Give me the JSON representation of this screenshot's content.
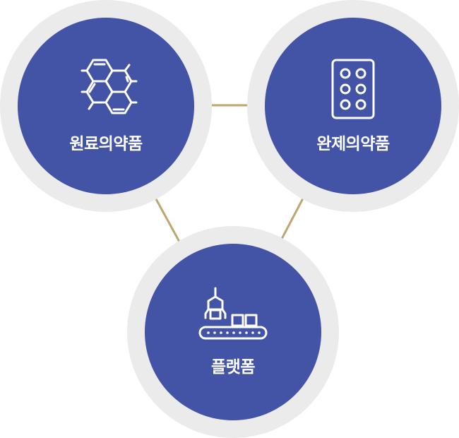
{
  "colors": {
    "node_fill": "#4353a6",
    "halo": "#ebebeb",
    "connector": "#bfa572",
    "label": "#ffffff"
  },
  "nodes": [
    {
      "id": "api",
      "label": "원료의약품",
      "icon": "hexagon-molecule-icon"
    },
    {
      "id": "fin",
      "label": "완제의약품",
      "icon": "pill-blister-icon"
    },
    {
      "id": "plat",
      "label": "플랫폼",
      "icon": "conveyor-robot-icon"
    }
  ]
}
